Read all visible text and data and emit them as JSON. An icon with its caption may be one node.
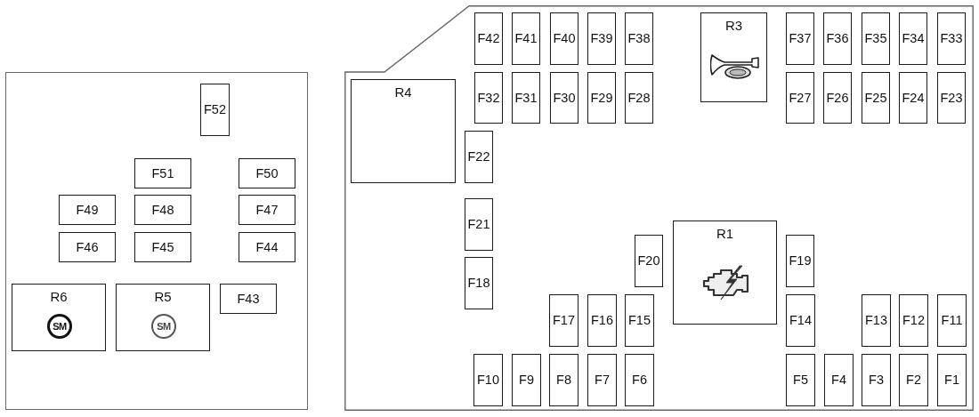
{
  "diagram": {
    "nodes": [
      {
        "text": [],
        "shape": "box"
      },
      {
        "text": [
          "F52"
        ],
        "in": 0
      },
      {
        "text": [
          "F51"
        ],
        "in": 0
      },
      {
        "text": [
          "F50"
        ],
        "in": 0
      },
      {
        "text": [
          "F49"
        ],
        "in": 0
      },
      {
        "text": [
          "F48"
        ],
        "in": 0
      },
      {
        "text": [
          "F47"
        ],
        "in": 0
      },
      {
        "text": [
          "F46"
        ],
        "in": 0
      },
      {
        "text": [
          "F45"
        ],
        "in": 0
      },
      {
        "text": [
          "F44"
        ],
        "in": 0
      },
      {
        "text": [
          "R6"
        ],
        "in": 0
      },
      {
        "text": [
          "SM"
        ],
        "in": 10
      },
      {
        "text": [
          "R5"
        ],
        "in": 0
      },
      {
        "text": [
          "SM"
        ],
        "in": 12
      },
      {
        "text": [
          "F43"
        ],
        "in": 0
      },
      {
        "text": [],
        "shape": "box"
      },
      {
        "text": [
          "F42"
        ],
        "in": 15
      },
      {
        "text": [
          "F41"
        ],
        "in": 15
      },
      {
        "text": [
          "F40"
        ],
        "in": 15
      },
      {
        "text": [
          "F39"
        ],
        "in": 15
      },
      {
        "text": [
          "F38"
        ],
        "in": 15
      },
      {
        "text": [
          "R3"
        ],
        "in": 15
      },
      {
        "text": [
          "F37"
        ],
        "in": 15
      },
      {
        "text": [
          "F36"
        ],
        "in": 15
      },
      {
        "text": [
          "F35"
        ],
        "in": 15
      },
      {
        "text": [
          "F34"
        ],
        "in": 15
      },
      {
        "text": [
          "F33"
        ],
        "in": 15
      },
      {
        "text": [
          "F32"
        ],
        "in": 15
      },
      {
        "text": [
          "F31"
        ],
        "in": 15
      },
      {
        "text": [
          "F30"
        ],
        "in": 15
      },
      {
        "text": [
          "F29"
        ],
        "in": 15
      },
      {
        "text": [
          "F28"
        ],
        "in": 15
      },
      {
        "text": [
          "F27"
        ],
        "in": 15
      },
      {
        "text": [
          "F26"
        ],
        "in": 15
      },
      {
        "text": [
          "F25"
        ],
        "in": 15
      },
      {
        "text": [
          "F24"
        ],
        "in": 15
      },
      {
        "text": [
          "F23"
        ],
        "in": 15
      },
      {
        "text": [
          "R4"
        ],
        "in": 15
      },
      {
        "text": [
          "F22"
        ],
        "in": 15
      },
      {
        "text": [
          "F21"
        ],
        "in": 15
      },
      {
        "text": [
          "R1"
        ],
        "in": 15
      },
      {
        "text": [
          "F20"
        ],
        "in": 15
      },
      {
        "text": [
          "F19"
        ],
        "in": 15
      },
      {
        "text": [
          "F18"
        ],
        "in": 15
      },
      {
        "text": [
          "F17"
        ],
        "in": 15
      },
      {
        "text": [
          "F16"
        ],
        "in": 15
      },
      {
        "text": [
          "F15"
        ],
        "in": 15
      },
      {
        "text": [
          "F14"
        ],
        "in": 15
      },
      {
        "text": [
          "F13"
        ],
        "in": 15
      },
      {
        "text": [
          "F12"
        ],
        "in": 15
      },
      {
        "text": [
          "F11"
        ],
        "in": 15
      },
      {
        "text": [
          "F10"
        ],
        "in": 15
      },
      {
        "text": [
          "F9"
        ],
        "in": 15
      },
      {
        "text": [
          "F8"
        ],
        "in": 15
      },
      {
        "text": [
          "F7"
        ],
        "in": 15
      },
      {
        "text": [
          "F6"
        ],
        "in": 15
      },
      {
        "text": [
          "F5"
        ],
        "in": 15
      },
      {
        "text": [
          "F4"
        ],
        "in": 15
      },
      {
        "text": [
          "F3"
        ],
        "in": 15
      },
      {
        "text": [
          "F2"
        ],
        "in": 15
      },
      {
        "text": [
          "F1"
        ],
        "in": 15
      }
    ]
  }
}
